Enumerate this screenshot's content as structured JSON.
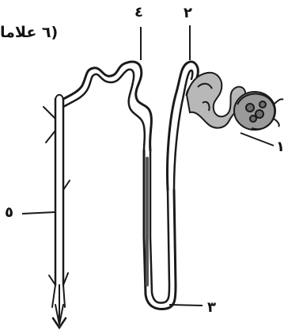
{
  "header": {
    "text": "(٦ علاما"
  },
  "labels": {
    "one": "١",
    "two": "٢",
    "three": "٣",
    "four": "٤",
    "five": "٥"
  },
  "colors": {
    "ink": "#1a1a1a",
    "tubule_fill": "#e8e8e8",
    "capsule_fill": "#9a9a9a",
    "proximal_fill": "#b8b8b8"
  }
}
